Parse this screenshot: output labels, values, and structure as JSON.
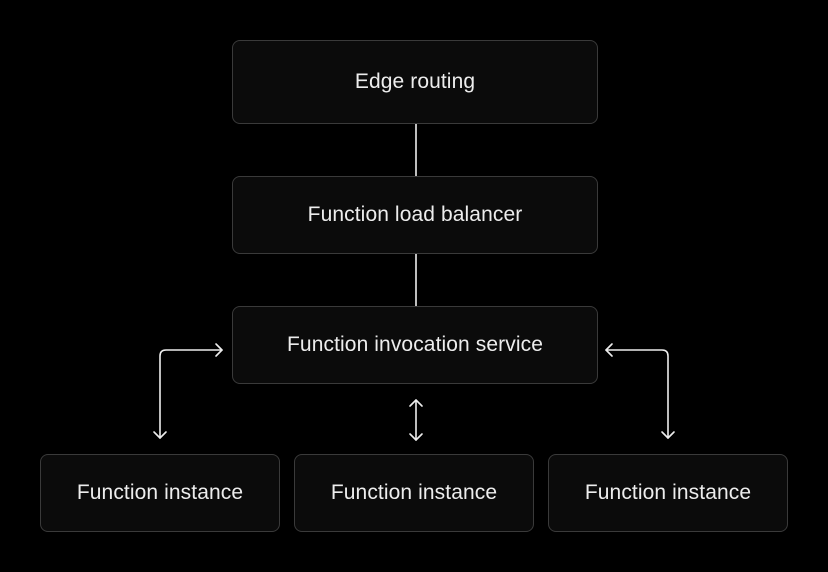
{
  "nodes": {
    "edge_routing": "Edge routing",
    "load_balancer": "Function load balancer",
    "invocation_service": "Function invocation service",
    "instances": [
      "Function instance",
      "Function instance",
      "Function instance"
    ]
  },
  "colors": {
    "background": "#000000",
    "node_fill": "#0b0b0b",
    "node_border": "#3a3a3a",
    "text": "#ededed",
    "connector": "#ededed"
  }
}
